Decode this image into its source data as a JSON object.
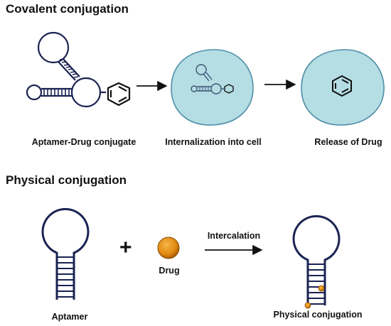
{
  "covalent": {
    "heading": "Covalent conjugation",
    "captions": {
      "conjugate": "Aptamer-Drug conjugate",
      "internalization": "Internalization into cell",
      "release": "Release of Drug"
    }
  },
  "physical": {
    "heading": "Physical conjugation",
    "captions": {
      "aptamer": "Aptamer",
      "drug": "Drug",
      "intercalation": "Intercalation",
      "result": "Physical conjugation"
    },
    "plus": "+"
  },
  "colors": {
    "aptamer_stroke": "#1a2352",
    "drug_stroke": "#111111",
    "cell_fill": "#b4dde4",
    "cell_stroke": "#4f8ea8",
    "drug_ball": "#e0880f",
    "drug_ball_dark": "#a85e06",
    "arrow": "#111111"
  },
  "icons": {
    "drug_molecule": "benzene-ring-icon",
    "drug_particle": "orange-sphere-icon",
    "arrow": "right-arrow-icon"
  }
}
